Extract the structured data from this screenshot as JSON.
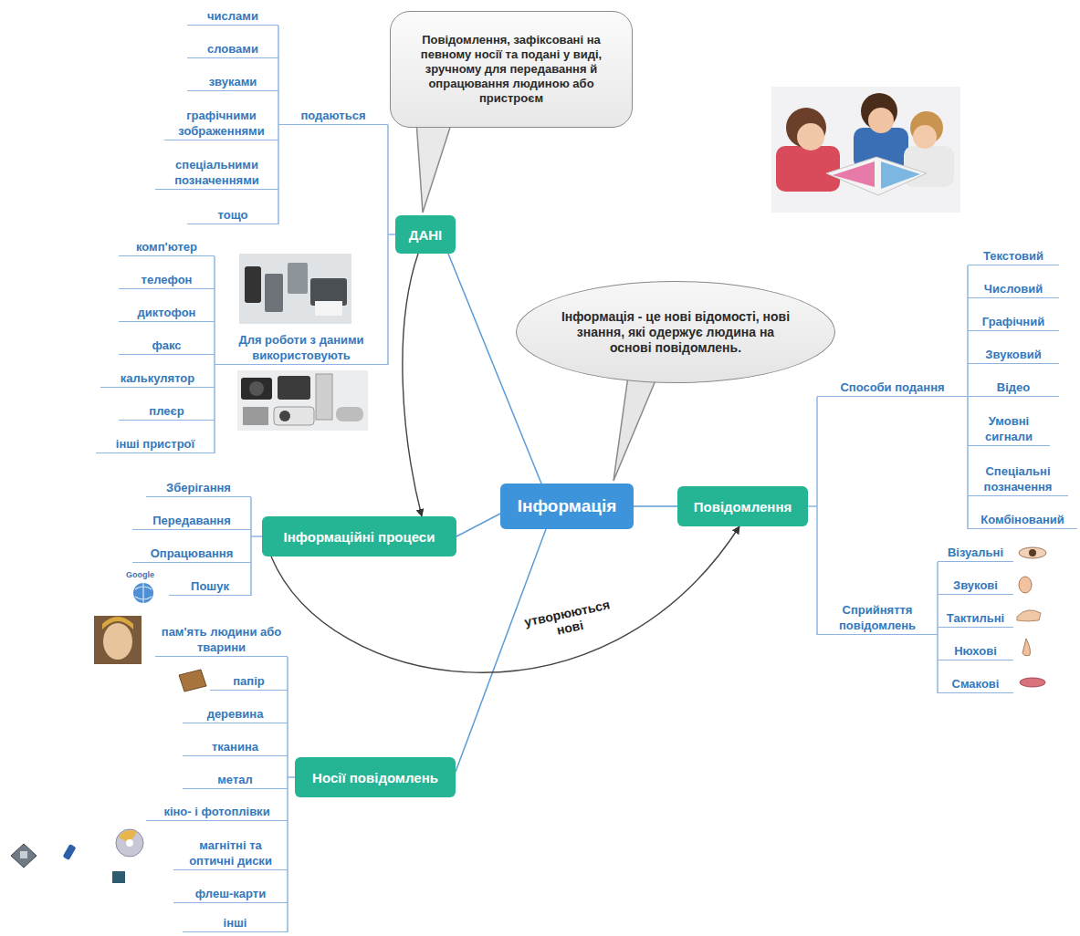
{
  "diagram": {
    "nodes": [
      {
        "text": [
          "Повідомлення, зафіксовані на певному носії та подані у виді, зручному для передавання й опрацювання людиною або пристроєм"
        ]
      },
      {
        "text": [
          "ДАНІ"
        ]
      },
      {
        "text": [
          "Інформація - це нові відомості, нові знання, які одержує людина на основі повідомлень."
        ]
      },
      {
        "text": [
          "Інформація"
        ]
      },
      {
        "text": [
          "Інформаційні процеси"
        ]
      },
      {
        "text": [
          "Повідомлення"
        ]
      },
      {
        "text": [
          "Носії повідомлень"
        ]
      }
    ],
    "edges": [
      {
        "from": 3,
        "to": 1,
        "arrow": "none"
      },
      {
        "from": 3,
        "to": 4,
        "arrow": "none"
      },
      {
        "from": 3,
        "to": 5,
        "arrow": "none"
      },
      {
        "from": 3,
        "to": 6,
        "arrow": "none"
      },
      {
        "from": 1,
        "to": 4,
        "arrow": "to"
      },
      {
        "from": 4,
        "to": 5,
        "label": "утворюються нові",
        "arrow": "to"
      }
    ],
    "labels": [
      "числами",
      "словами",
      "звуками",
      "графічними зображеннями",
      "спеціальними позначеннями",
      "тощо",
      "подаються",
      "комп'ютер",
      "телефон",
      "диктофон",
      "факс",
      "калькулятор",
      "плеєр",
      "інші пристрої",
      "Для роботи з даними використовують",
      "Зберігання",
      "Передавання",
      "Опрацювання",
      "Google",
      "Пошук",
      "пам'ять людини або тварини",
      "папір",
      "деревина",
      "тканина",
      "метал",
      "кіно- і фотоплівки",
      "магнітні та оптичні диски",
      "флеш-карти",
      "інші",
      "Способи подання",
      "Текстовий",
      "Числовий",
      "Графічний",
      "Звуковий",
      "Відео",
      "Умовні сигнали",
      "Спеціальні позначення",
      "Комбінований",
      "Сприйняття повідомлень",
      "Візуальні",
      "Звукові",
      "Тактильні",
      "Нюхові",
      "Смакові"
    ]
  }
}
